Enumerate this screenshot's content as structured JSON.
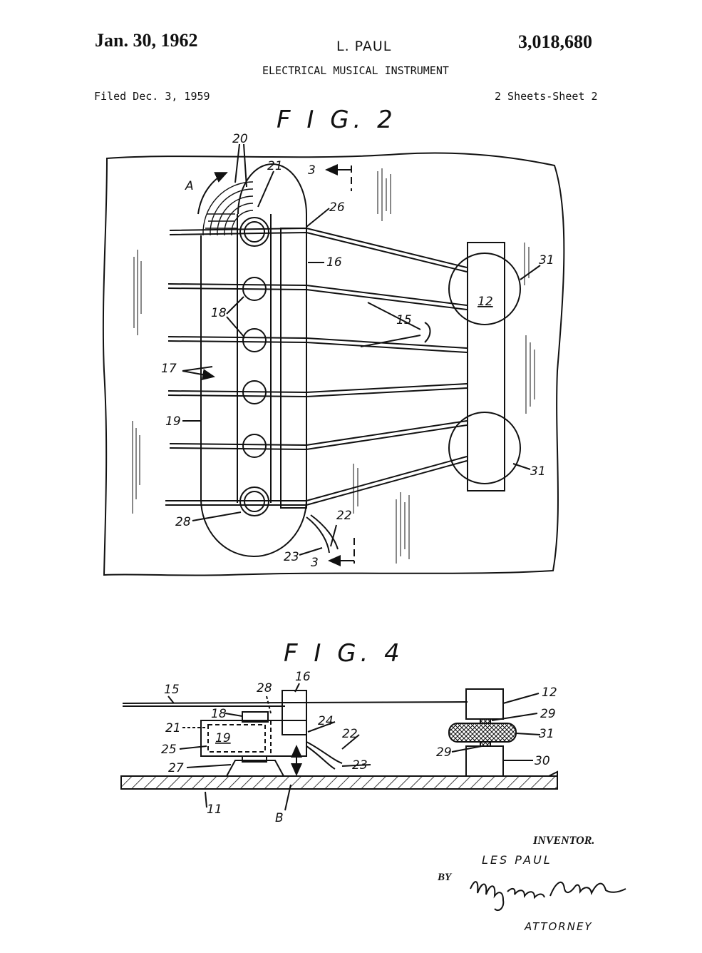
{
  "header": {
    "date": "Jan. 30, 1962",
    "inventor": "L. PAUL",
    "patent_number": "3,018,680",
    "title": "ELECTRICAL MUSICAL INSTRUMENT",
    "filed": "Filed Dec. 3, 1959",
    "sheets": "2 Sheets-Sheet 2"
  },
  "fig2": {
    "title": "F I G. 2",
    "labels": {
      "l20": "20",
      "l21": "21",
      "lA": "A",
      "l3top": "3",
      "l26": "26",
      "l16": "16",
      "l31a": "31",
      "l12": "12",
      "l18": "18",
      "l15": "15",
      "l17": "17",
      "l19": "19",
      "l31b": "31",
      "l28": "28",
      "l22": "22",
      "l23": "23",
      "l3bot": "3"
    }
  },
  "fig4": {
    "title": "F I G. 4",
    "labels": {
      "l15": "15",
      "l28": "28",
      "l16": "16",
      "l12": "12",
      "l18": "18",
      "l29a": "29",
      "l21": "21",
      "l24": "24",
      "l22": "22",
      "l31": "31",
      "l19": "19",
      "l25": "25",
      "l29b": "29",
      "l30": "30",
      "l27": "27",
      "l23": "23",
      "l11": "11",
      "lB": "B"
    }
  },
  "signature": {
    "inventor_label": "INVENTOR.",
    "inventor_name": "LES PAUL",
    "by": "BY",
    "attorney": "ATTORNEY",
    "signature_text": "Myron Amer"
  }
}
